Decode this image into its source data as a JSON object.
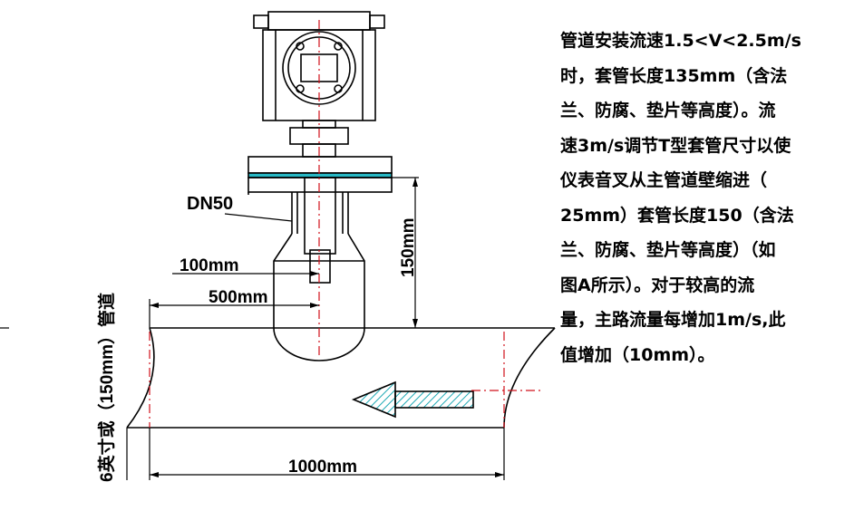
{
  "labels": {
    "dn": "DN50",
    "insert_depth": "100mm",
    "upstream": "500mm",
    "sleeve": "150mm",
    "pipe": "6英寸或（150mm）管道",
    "length": "1000mm"
  },
  "note_lines": [
    "管道安装流速1.5<V<2.5m/s",
    "时，套管长度135mm（含法",
    "兰、防腐、垫片等高度）。流",
    "速3m/s调节T型套管尺寸以使",
    "仪表音叉从主管道壁缩进（",
    "25mm）套管长度150（含法",
    "兰、防腐、垫片等高度）（如",
    "图A所示）。对于较高的流",
    "量，主路流量每增加1m/s,此",
    "值增加（10mm）。"
  ],
  "colors": {
    "line": "#000000",
    "centerline": "#d0101a",
    "gasket": "#27b7c4",
    "hatch": "#1fa9b5"
  }
}
